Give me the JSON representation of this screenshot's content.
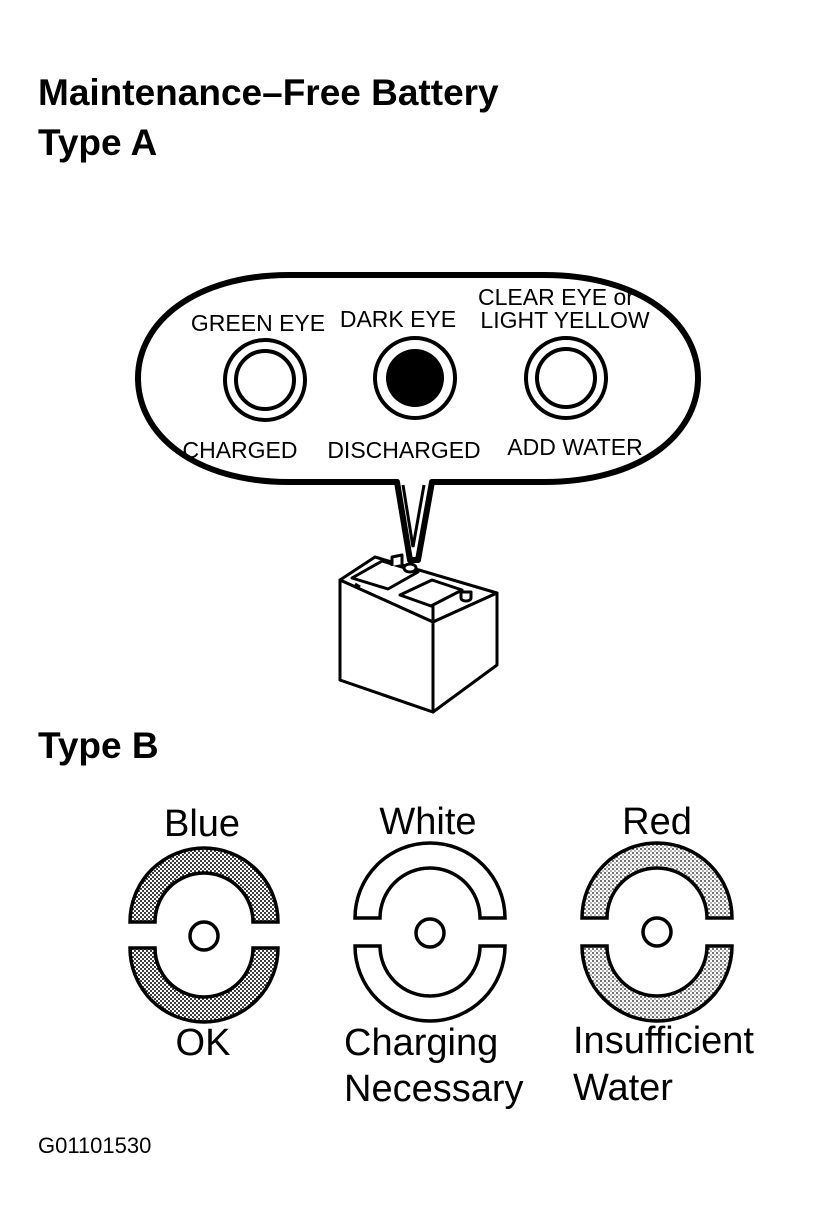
{
  "title": "Maintenance–Free Battery",
  "type_a": {
    "heading": "Type A",
    "indicators": [
      {
        "eye": [
          "GREEN EYE"
        ],
        "status": "CHARGED",
        "eye_color": "light"
      },
      {
        "eye": [
          "DARK EYE"
        ],
        "status": "DISCHARGED",
        "eye_color": "dark"
      },
      {
        "eye": [
          "CLEAR EYE or",
          "LIGHT YELLOW"
        ],
        "status": "ADD WATER",
        "eye_color": "light"
      }
    ]
  },
  "type_b": {
    "heading": "Type B",
    "indicators": [
      {
        "color": "Blue",
        "status": [
          "OK"
        ],
        "fill": "dense-dots"
      },
      {
        "color": "White",
        "status": [
          "Charging",
          "Necessary"
        ],
        "fill": "none"
      },
      {
        "color": "Red",
        "status": [
          "Insufficient",
          "Water"
        ],
        "fill": "light-dots"
      }
    ]
  },
  "figure_code": "G01101530"
}
